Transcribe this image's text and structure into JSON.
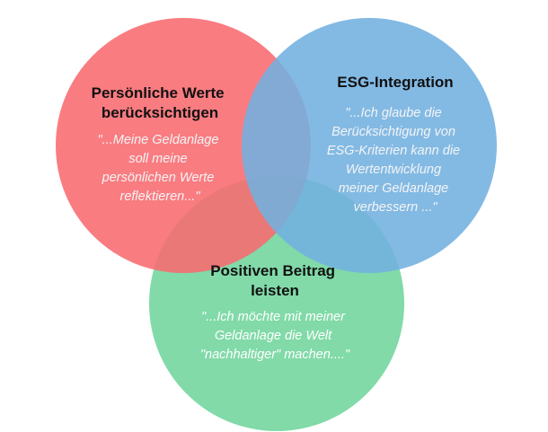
{
  "circles": [
    {
      "id": "personal-values",
      "title_lines": [
        "Persönliche Werte",
        "berücksichtigen"
      ],
      "quote_lines": [
        "\"...Meine Geldanlage",
        "soll meine",
        "persönlichen Werte",
        "reflektieren...\""
      ],
      "color": "#f86a6f"
    },
    {
      "id": "esg-integration",
      "title_lines": [
        "ESG-Integration"
      ],
      "quote_lines": [
        "\"...Ich glaube die",
        "Berücksichtigung von",
        "ESG-Kriterien kann die",
        "Wertentwicklung",
        "meiner Geldanlage",
        "verbessern ...\""
      ],
      "color": "#72b0e0"
    },
    {
      "id": "positive-contribution",
      "title_lines": [
        "Positiven Beitrag",
        "leisten"
      ],
      "quote_lines": [
        "\"...Ich möchte mit meiner",
        "Geldanlage die Welt",
        "\"nachhaltiger\" machen....\""
      ],
      "color": "#76d7a1"
    }
  ]
}
